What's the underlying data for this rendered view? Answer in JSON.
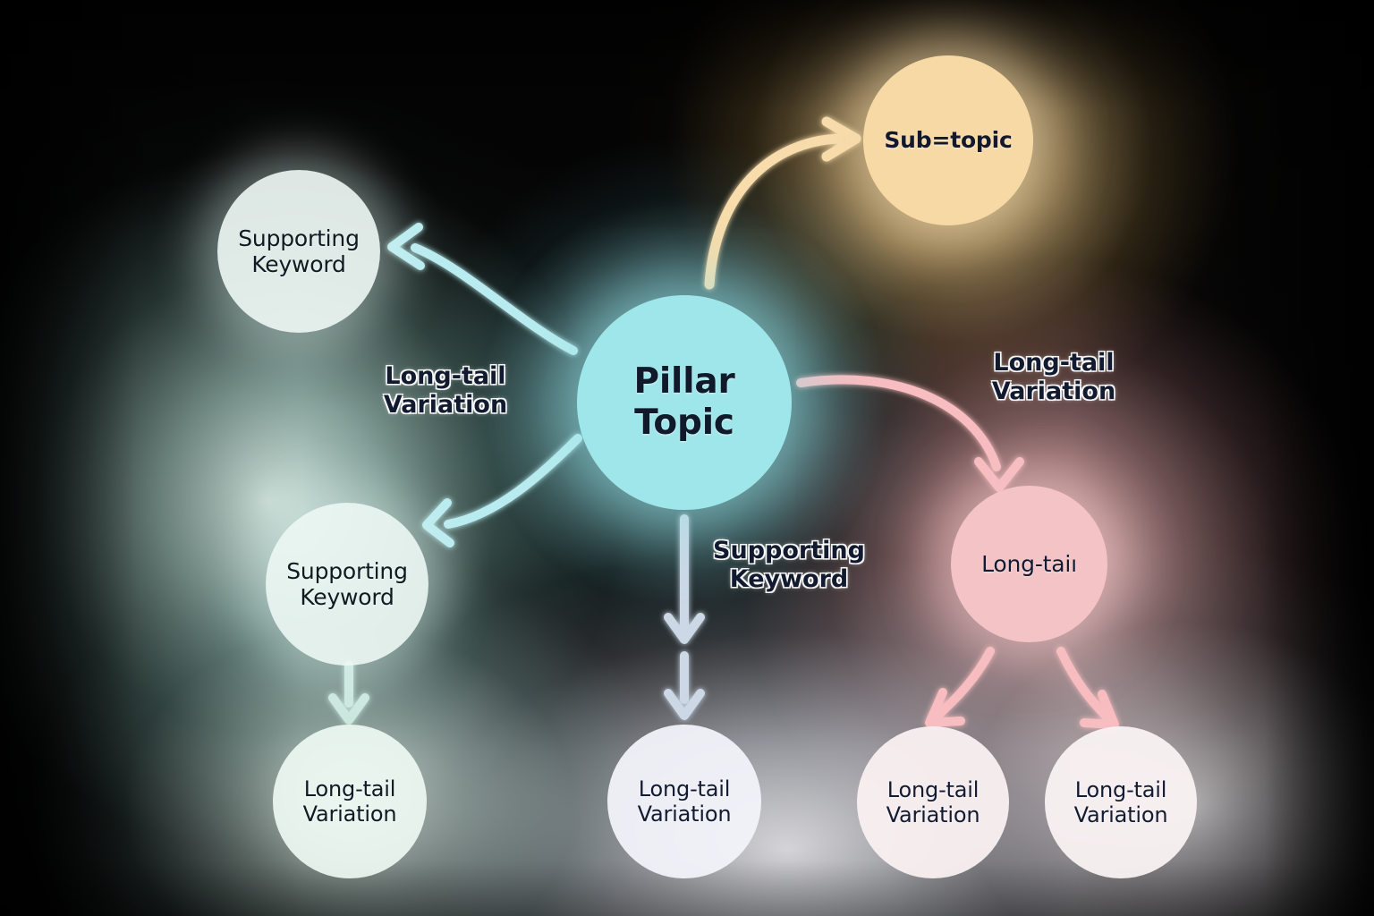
{
  "diagram": {
    "type": "mind-map",
    "title": "SEO topic cluster mind map",
    "background": {
      "base_color": "#050505",
      "glows": [
        {
          "name": "mint-glow",
          "color": "#e2f8f0"
        },
        {
          "name": "amber-glow",
          "color": "#fce7be"
        },
        {
          "name": "cyan-glow",
          "color": "#9ee8ec"
        },
        {
          "name": "pink-glow",
          "color": "#faceced"
        },
        {
          "name": "white-glow",
          "color": "#f6f6fa"
        }
      ]
    },
    "nodes": [
      {
        "id": "pillar",
        "label": "Pillar\nTopic",
        "color": "#9ee6ea"
      },
      {
        "id": "subtopic",
        "label": "Sub=topic",
        "color": "#f7d9a6"
      },
      {
        "id": "support-1",
        "label": "Supporting\nKeyword",
        "color": "#f0faf6"
      },
      {
        "id": "support-2",
        "label": "Supporting\nKeyword",
        "color": "#ecf8f3"
      },
      {
        "id": "longtail-hub",
        "label": "Long-taiı",
        "color": "#f3c3c5"
      },
      {
        "id": "leaf-1",
        "label": "Long-tail\nVariation",
        "color": "#eef8f3"
      },
      {
        "id": "leaf-2",
        "label": "Long-tail\nVariation",
        "color": "#f2f3fa"
      },
      {
        "id": "leaf-3",
        "label": "Long-tail\nVariation",
        "color": "#faf0f1"
      },
      {
        "id": "leaf-4",
        "label": "Long-tail\nVariation",
        "color": "#faf2f3"
      }
    ],
    "edge_labels": [
      {
        "id": "left",
        "label": "Long-tail\nVariation"
      },
      {
        "id": "right",
        "label": "Long-tail\nVariation"
      },
      {
        "id": "mid",
        "label": "Supporting\nKeyword"
      }
    ],
    "edges": [
      {
        "from": "pillar",
        "to": "subtopic",
        "color": "#f7d7a4",
        "style": "curved-arrow"
      },
      {
        "from": "pillar",
        "to": "support-1",
        "color": "#b5eaee",
        "style": "curved-arrow"
      },
      {
        "from": "pillar",
        "to": "support-2",
        "color": "#b5eaee",
        "style": "curved-arrow"
      },
      {
        "from": "pillar",
        "to": "longtail-hub",
        "color": "#f7b9bc",
        "style": "curved-arrow"
      },
      {
        "from": "pillar",
        "to": "leaf-2",
        "color": "#cdd8e4",
        "style": "straight-arrow"
      },
      {
        "from": "support-2",
        "to": "leaf-1",
        "color": "#c9e8de",
        "style": "straight-arrow"
      },
      {
        "from": "longtail-hub",
        "to": "leaf-3",
        "color": "#f7b9bc",
        "style": "curved-arrow"
      },
      {
        "from": "longtail-hub",
        "to": "leaf-4",
        "color": "#f7b9bc",
        "style": "curved-arrow"
      }
    ]
  }
}
